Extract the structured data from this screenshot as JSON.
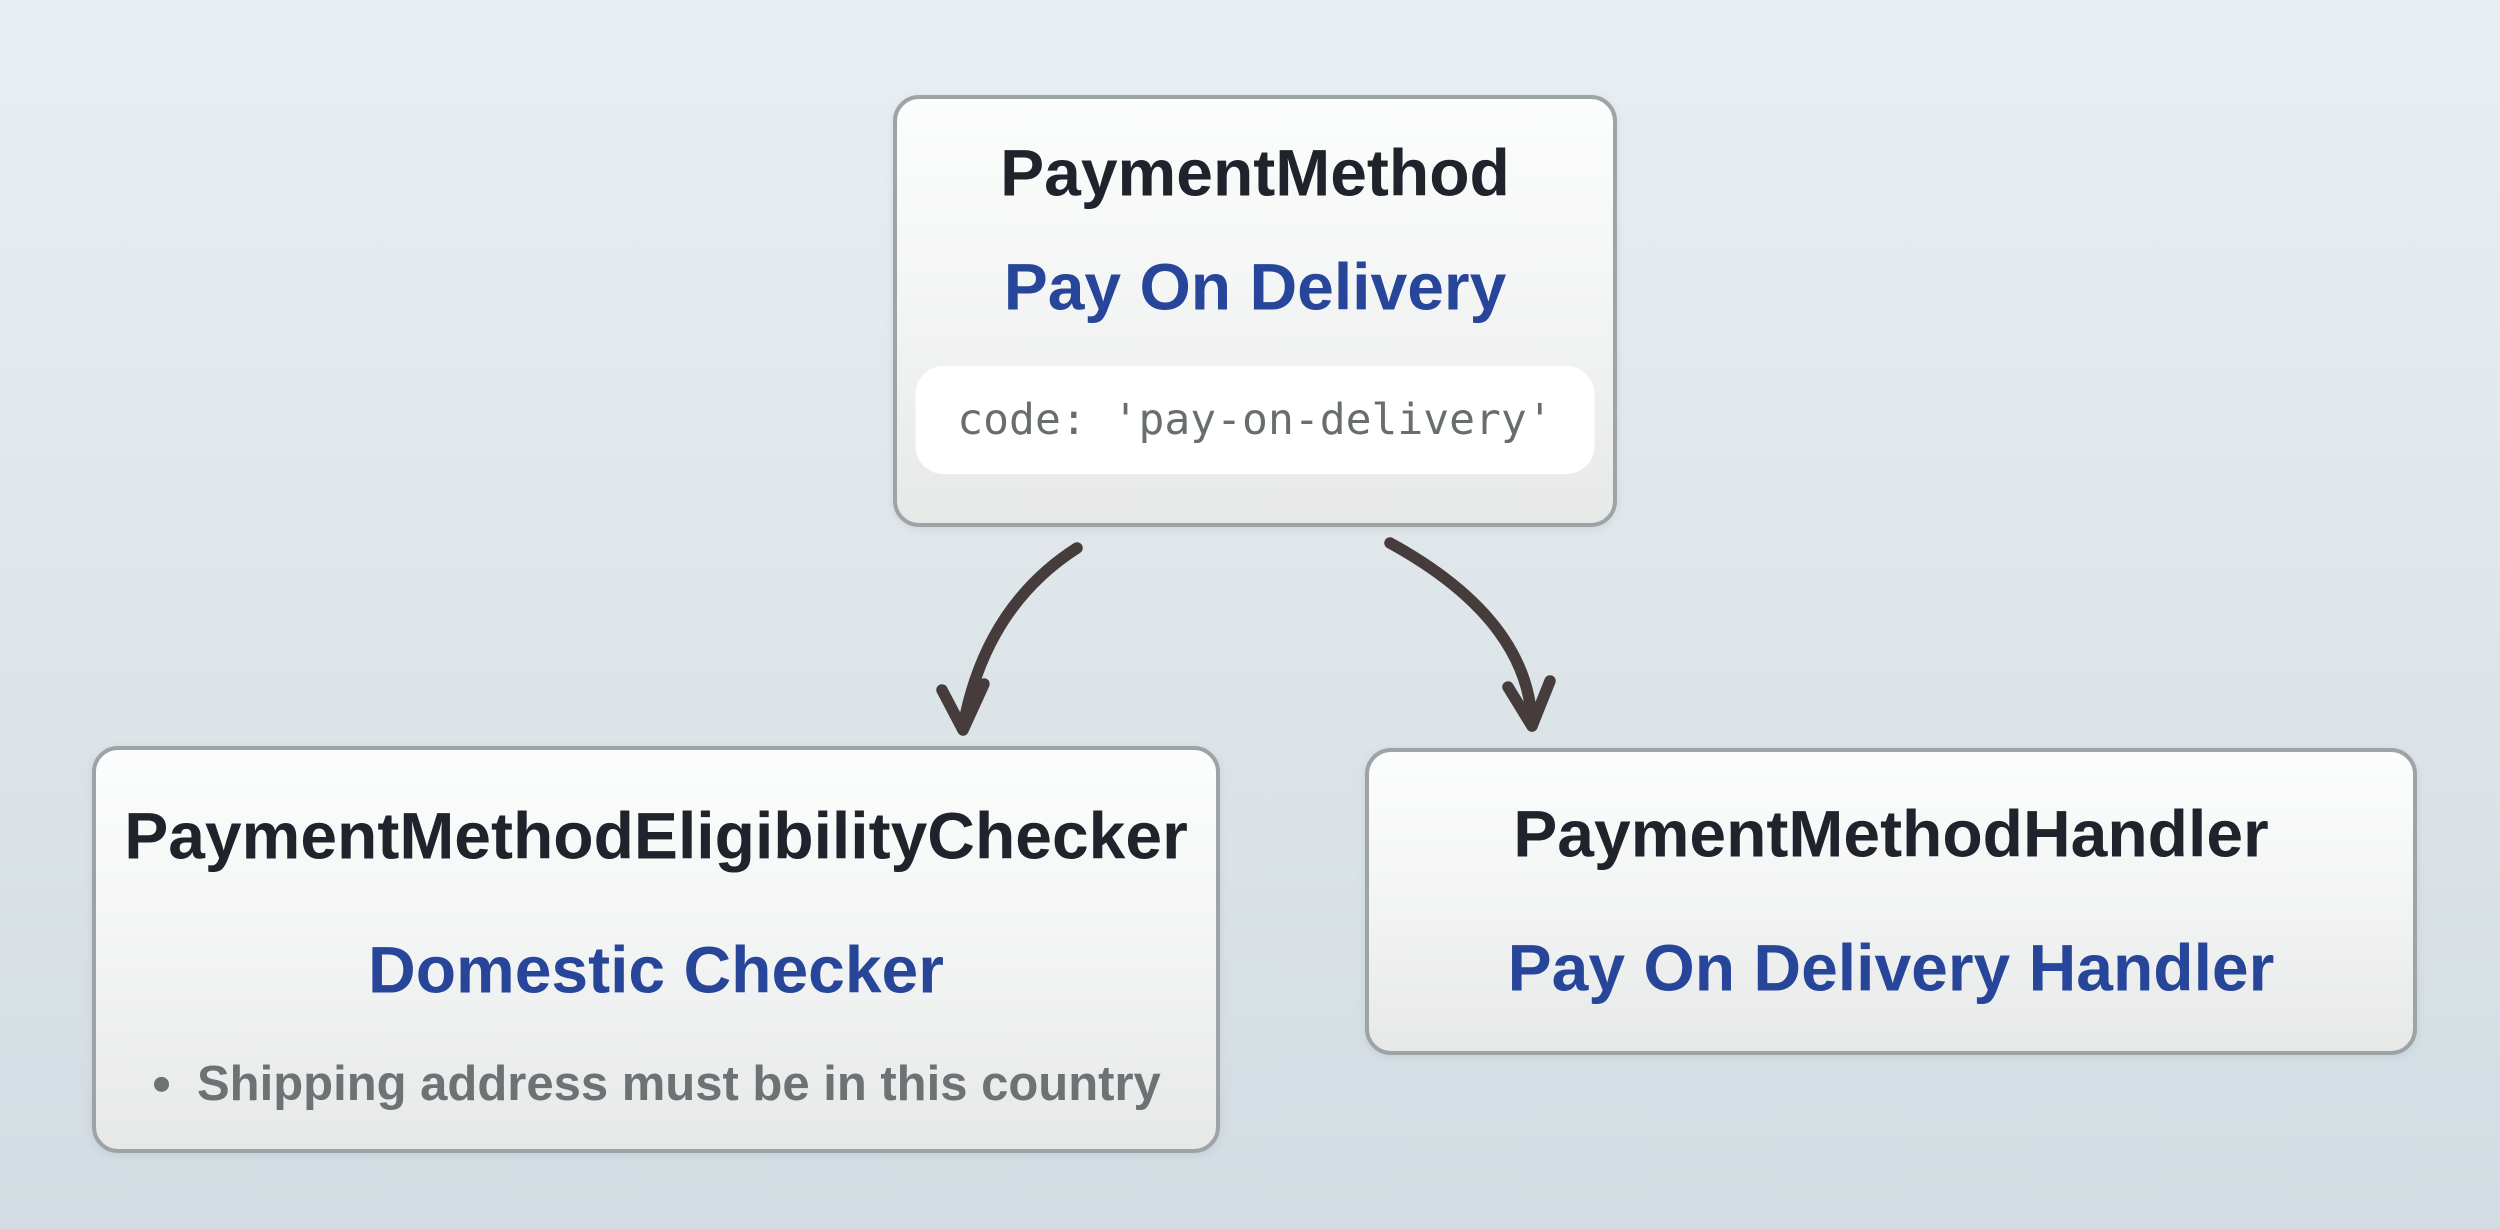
{
  "diagram": {
    "nodes": {
      "payment_method": {
        "class_name": "PaymentMethod",
        "instance_label": "Pay On Delivery",
        "code_snippet": "code: 'pay-on-delivery'"
      },
      "eligibility_checker": {
        "class_name": "PaymentMethodEligibilityChecker",
        "instance_label": "Domestic Checker",
        "rules": [
          "Shipping address must be in this country"
        ]
      },
      "handler": {
        "class_name": "PaymentMethodHandler",
        "instance_label": "Pay On Delivery Handler"
      }
    },
    "arrows": [
      {
        "from": "payment_method",
        "to": "eligibility_checker"
      },
      {
        "from": "payment_method",
        "to": "handler"
      }
    ],
    "colors": {
      "class_title": "#20232c",
      "accent_blue": "#27469a",
      "muted_gray": "#6e7275",
      "code_gray": "#686d70",
      "box_border": "#9da3a6",
      "chip_bg": "#ffffff",
      "arrow": "#473c3c",
      "background_top": "#e9eef2",
      "background_bottom": "#d2dce2"
    }
  }
}
